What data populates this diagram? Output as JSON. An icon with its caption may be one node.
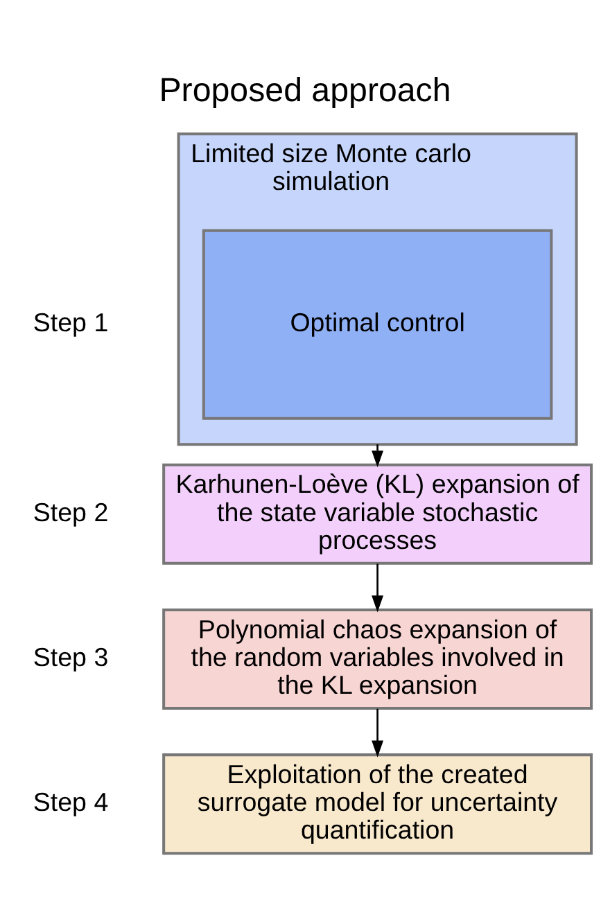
{
  "diagram": {
    "title": "Proposed approach",
    "nodes": [
      {
        "text": [
          "Limited size Monte carlo simulation"
        ],
        "beside": [
          "Step 1"
        ]
      },
      {
        "text": [
          "Optimal control"
        ],
        "in": 0
      },
      {
        "text": [
          "Karhunen-Loève (KL) expansion of the state variable stochastic processes"
        ],
        "beside": [
          "Step 2"
        ]
      },
      {
        "text": [
          "Polynomial chaos expansion of the random variables involved in the KL expansion"
        ],
        "beside": [
          "Step 3"
        ]
      },
      {
        "text": [
          "Exploitation of the created surrogate model for uncertainty quantification"
        ],
        "beside": [
          "Step 4"
        ]
      }
    ],
    "edges": [
      {
        "from": 0,
        "to": 2,
        "arrow": "to"
      },
      {
        "from": 2,
        "to": 3,
        "arrow": "to"
      },
      {
        "from": 3,
        "to": 4,
        "arrow": "to"
      }
    ]
  }
}
